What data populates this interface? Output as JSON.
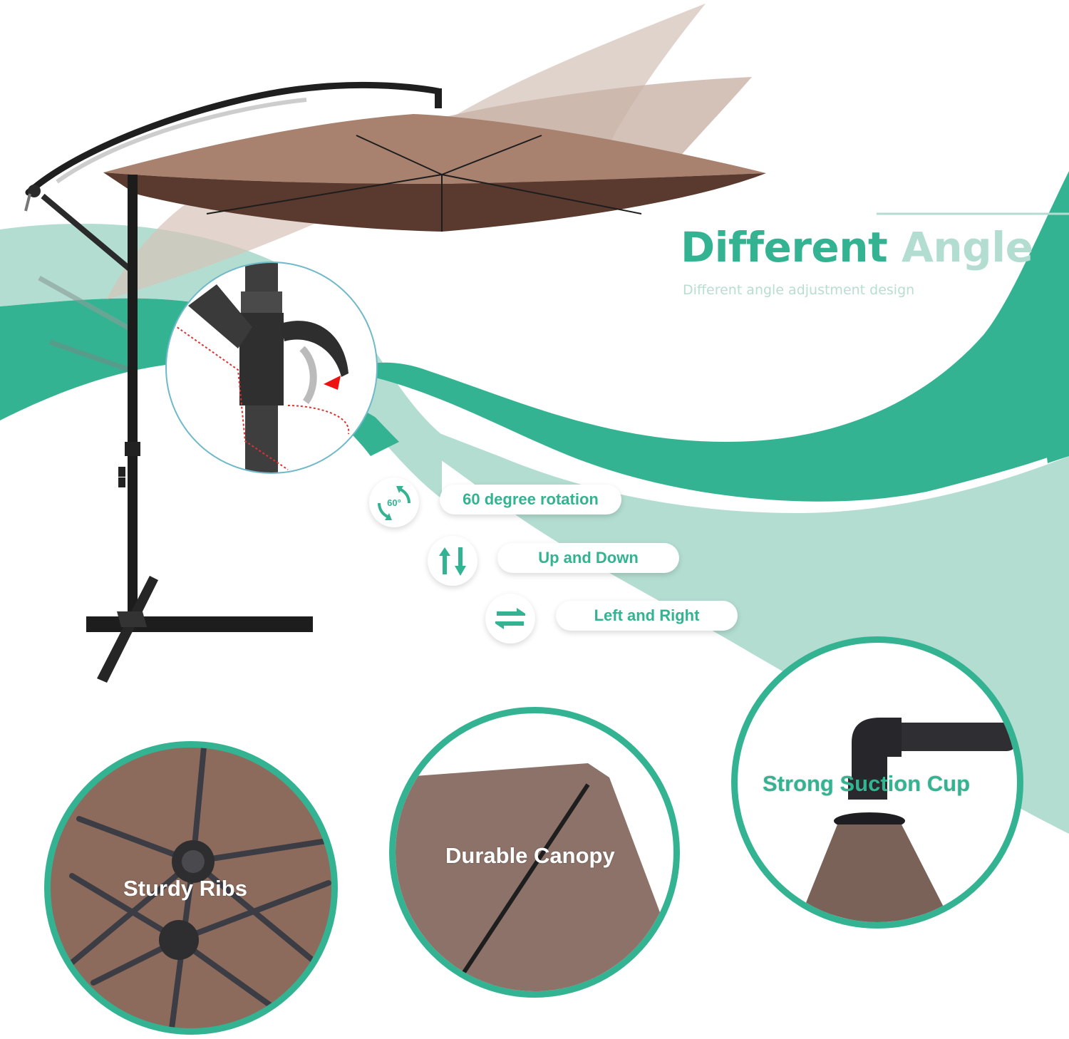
{
  "colors": {
    "accent": "#34b392",
    "accent_light": "#b3ddd1",
    "canopy_dark": "#5a3a2e",
    "canopy_mid": "#8a6353",
    "canopy_light": "#a8826f",
    "pole": "#1e1e1e",
    "detail_fabric": "#8c7268"
  },
  "header": {
    "title_part1": "Different",
    "title_part2": "Angle",
    "subtitle": "Different angle adjustment design"
  },
  "features": [
    {
      "icon": "rotate-60-icon",
      "icon_text": "60°",
      "label": "60 degree rotation"
    },
    {
      "icon": "up-down-arrows-icon",
      "label": "Up and Down"
    },
    {
      "icon": "left-right-arrows-icon",
      "label": "Left and Right"
    }
  ],
  "details": [
    {
      "label": "Sturdy Ribs"
    },
    {
      "label": "Durable Canopy"
    },
    {
      "label": "Strong Suction Cup"
    }
  ]
}
